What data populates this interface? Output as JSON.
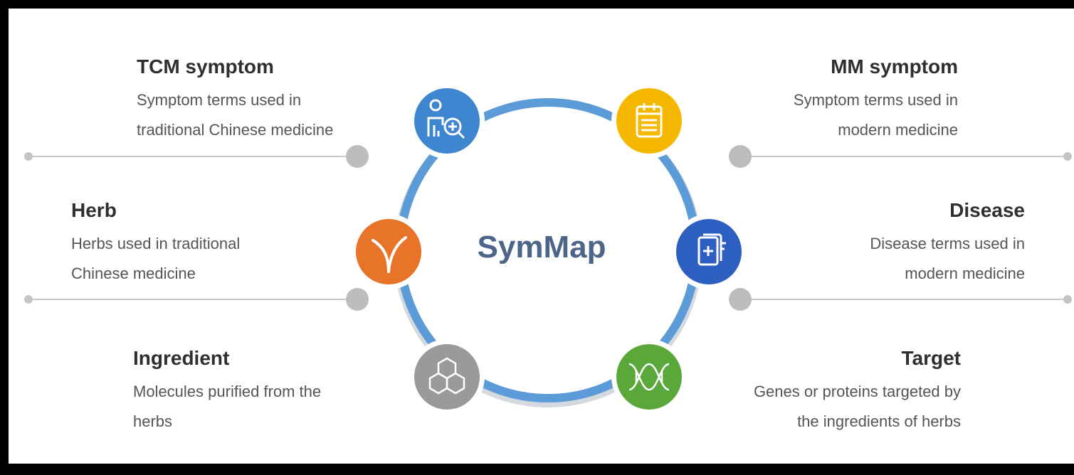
{
  "center": {
    "title": "SymMap"
  },
  "nodes": {
    "tcm": {
      "title": "TCM symptom",
      "desc_lines": [
        "Symptom terms used in",
        "traditional Chinese medicine"
      ],
      "color": "#3f86d0",
      "icon": "person-search-icon"
    },
    "herb": {
      "title": "Herb",
      "desc_lines": [
        "Herbs used in traditional",
        "Chinese medicine"
      ],
      "color": "#e8742a",
      "icon": "sprout-icon"
    },
    "ingredient": {
      "title": "Ingredient",
      "desc_lines": [
        "Molecules purified from the",
        "herbs"
      ],
      "color": "#9a9a9a",
      "icon": "molecule-hexagon-icon"
    },
    "mm": {
      "title": "MM symptom",
      "desc_lines": [
        "Symptom terms used in",
        "modern medicine"
      ],
      "color": "#f6b700",
      "icon": "clipboard-list-icon"
    },
    "disease": {
      "title": "Disease",
      "desc_lines": [
        "Disease terms used in",
        "modern medicine"
      ],
      "color": "#2d5fc0",
      "icon": "medical-record-icon"
    },
    "target": {
      "title": "Target",
      "desc_lines": [
        "Genes or proteins targeted by",
        "the ingredients of herbs"
      ],
      "color": "#5aa83a",
      "icon": "dna-icon"
    }
  },
  "colors": {
    "ring": "#5b9bd8",
    "ring_shadow": "#cfd6de",
    "connector": "#bdbdbd"
  }
}
